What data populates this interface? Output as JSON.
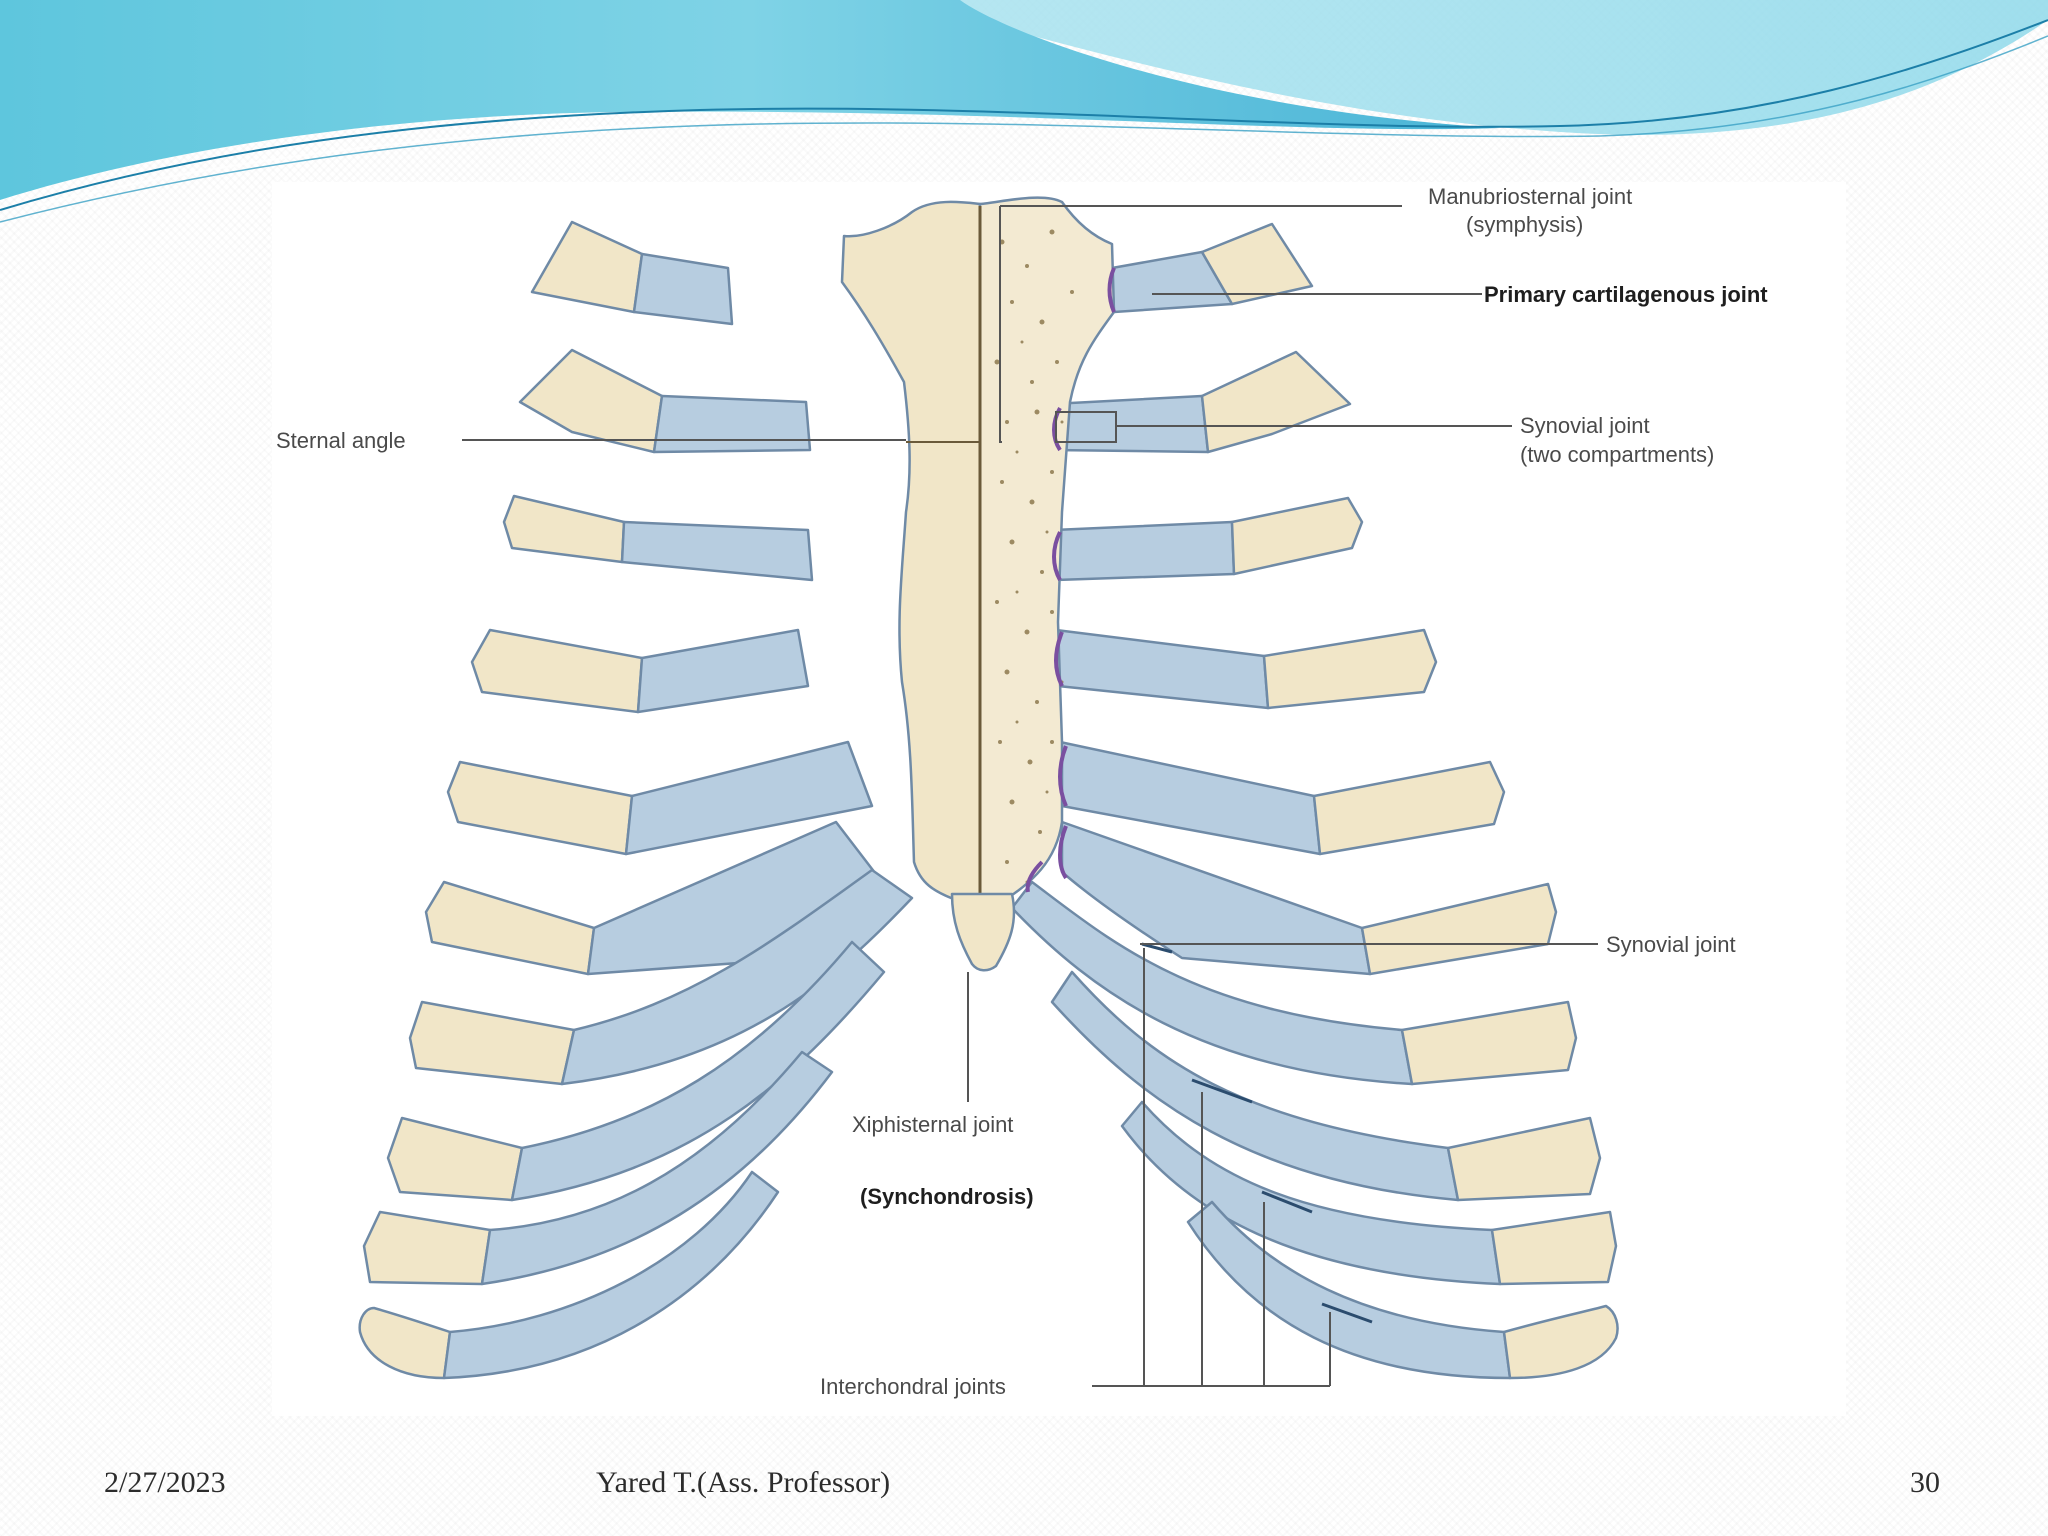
{
  "labels": {
    "manubriosternal_line1": "Manubriosternal joint",
    "manubriosternal_line2": "(symphysis)",
    "primary_cartilaginous": "Primary cartilagenous joint",
    "sternal_angle": "Sternal angle",
    "synovial_two_line1": "Synovial joint",
    "synovial_two_line2": "(two compartments)",
    "synovial_joint": "Synovial joint",
    "xiphisternal": "Xiphisternal joint",
    "synchondrosis": "(Synchondrosis)",
    "interchondral": "Interchondral joints"
  },
  "footer": {
    "date": "2/27/2023",
    "author": "Yared T.(Ass. Professor)",
    "page": "30"
  },
  "colors": {
    "bone": "#f1e6c8",
    "cartilage": "#b7cde0",
    "outline": "#6f8aa6",
    "joint": "#7a4fa0",
    "wave_dark": "#3fa7cf",
    "wave_light": "#a9e4f0"
  }
}
